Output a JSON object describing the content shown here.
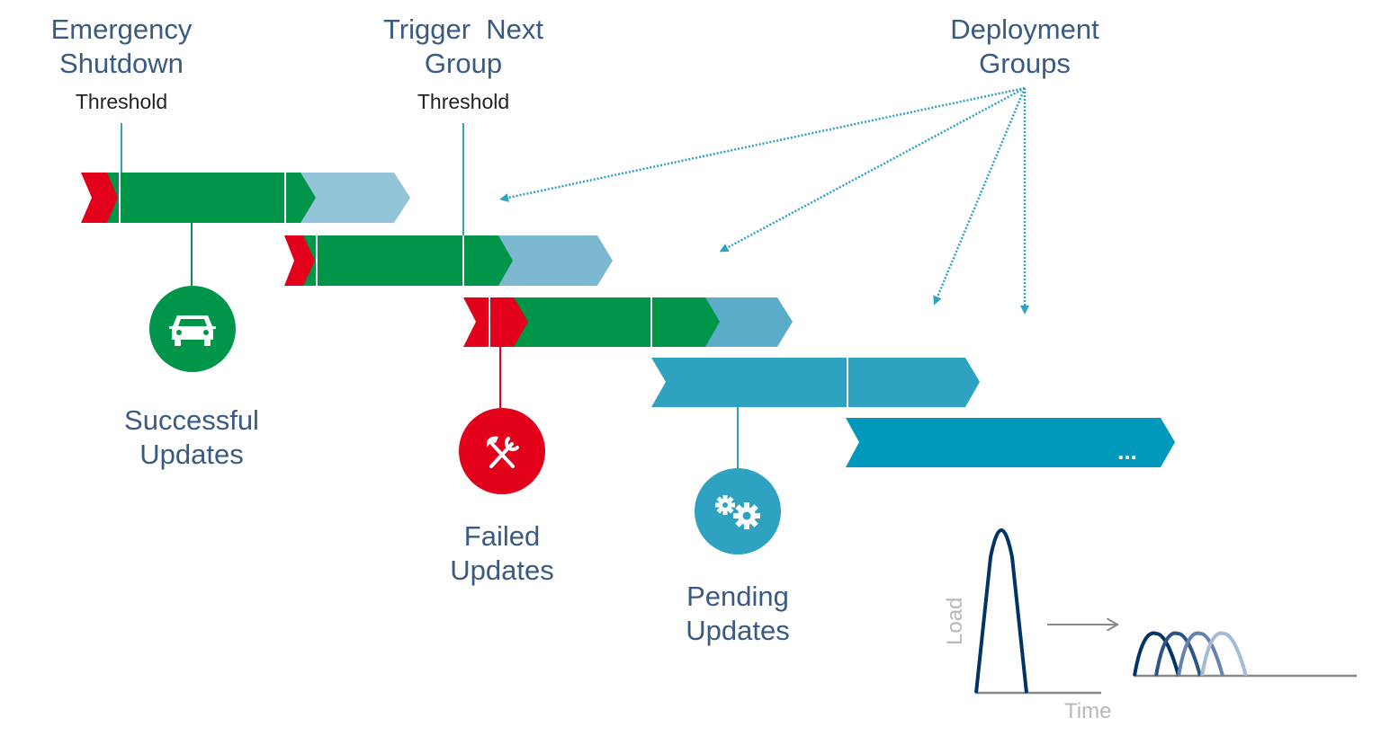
{
  "headers": {
    "emergency_shutdown": {
      "line1": "Emergency",
      "line2": "Shutdown",
      "sub": "Threshold"
    },
    "trigger_next_group": {
      "line1": "Trigger  Next",
      "line2": "Group",
      "sub": "Threshold"
    },
    "deployment_groups": {
      "line1": "Deployment",
      "line2": "Groups"
    }
  },
  "status_labels": {
    "successful": {
      "line1": "Successful",
      "line2": "Updates",
      "icon": "car-icon"
    },
    "failed": {
      "line1": "Failed",
      "line2": "Updates",
      "icon": "hammer-wrench-icon"
    },
    "pending": {
      "line1": "Pending",
      "line2": "Updates",
      "icon": "gears-icon"
    }
  },
  "more_indicator": "...",
  "load_chart": {
    "ylabel": "Load",
    "xlabel": "Time"
  },
  "colors": {
    "title": "#3a5a84",
    "success": "#00964a",
    "failed": "#e2001a",
    "pending": "#2ea2c0",
    "group5": "#0099bb",
    "remaining1": "#94c4d7",
    "remaining2": "#7cb9d1",
    "remaining3": "#5bacc9",
    "arrow": "#2ea2c0",
    "load_dark": "#003366",
    "axis": "#888888"
  }
}
